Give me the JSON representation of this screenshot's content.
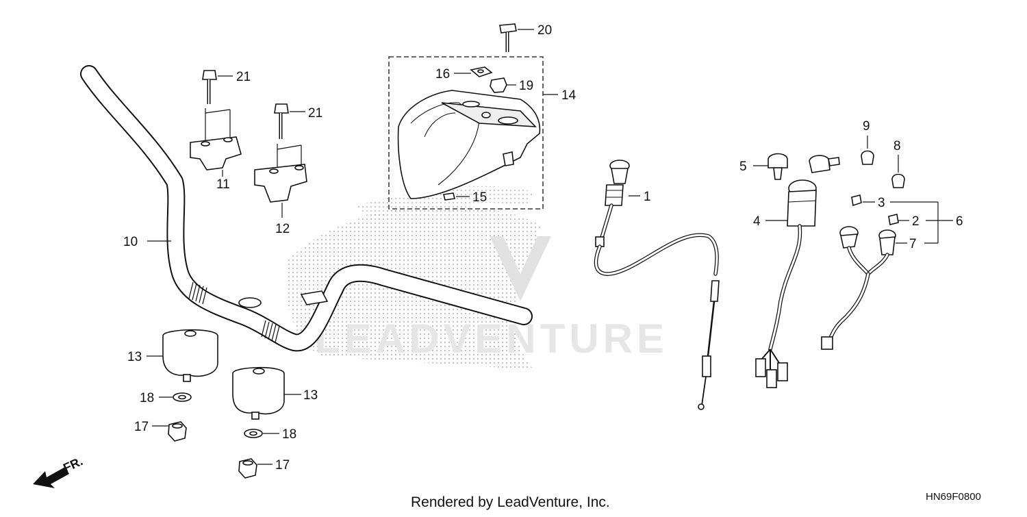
{
  "callouts": {
    "c1": "1",
    "c2": "2",
    "c3": "3",
    "c4": "4",
    "c5": "5",
    "c6": "6",
    "c7": "7",
    "c8": "8",
    "c9": "9",
    "c10": "10",
    "c11": "11",
    "c12": "12",
    "c13a": "13",
    "c13b": "13",
    "c14": "14",
    "c15": "15",
    "c16": "16",
    "c17a": "17",
    "c17b": "17",
    "c18a": "18",
    "c18b": "18",
    "c19": "19",
    "c20": "20",
    "c21a": "21",
    "c21b": "21"
  },
  "direction_label": "FR.",
  "watermark": "LEADVENTURE",
  "footer": {
    "rendered_by": "Rendered by LeadVenture, Inc.",
    "diagram_code": "HN69F0800"
  },
  "colors": {
    "line": "#111111",
    "background": "#ffffff",
    "watermark": "#e6e6e6",
    "stipple": "#9a9a9a"
  }
}
